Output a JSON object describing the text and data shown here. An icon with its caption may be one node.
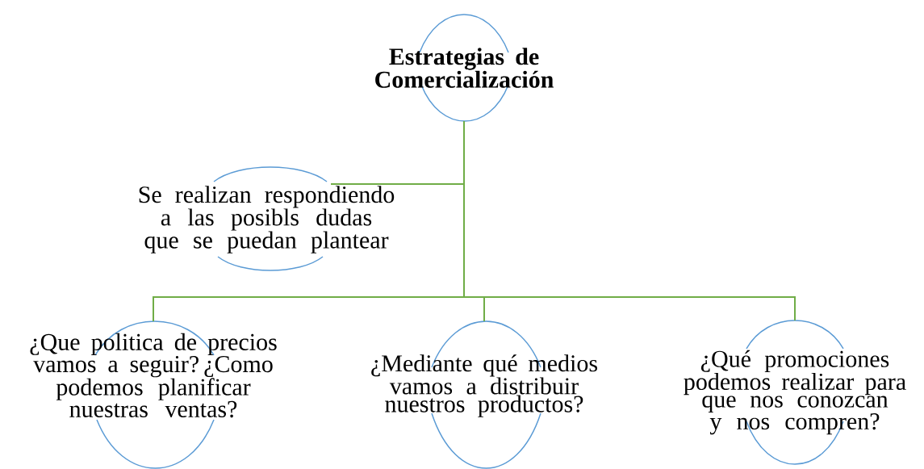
{
  "diagram": {
    "nodes": [
      {
        "text": [
          "Estrategias de Comercialización"
        ]
      },
      {
        "text": [
          "Se realizan respondiendo a las posibls dudas que se puedan plantear"
        ]
      },
      {
        "text": [
          "¿Que politica de precios vamos a seguir? ¿Como podemos planificar nuestras ventas?"
        ]
      },
      {
        "text": [
          "¿Mediante qué medios vamos a distribuir nuestros productos?"
        ]
      },
      {
        "text": [
          "¿Qué promociones podemos realizar para que nos conozcan y nos compren?"
        ]
      }
    ],
    "edges": [
      {
        "from": 0,
        "to": 1,
        "arrow": "none"
      },
      {
        "from": 0,
        "to": 2,
        "arrow": "none"
      },
      {
        "from": 0,
        "to": 3,
        "arrow": "none"
      },
      {
        "from": 0,
        "to": 4,
        "arrow": "none"
      }
    ]
  }
}
